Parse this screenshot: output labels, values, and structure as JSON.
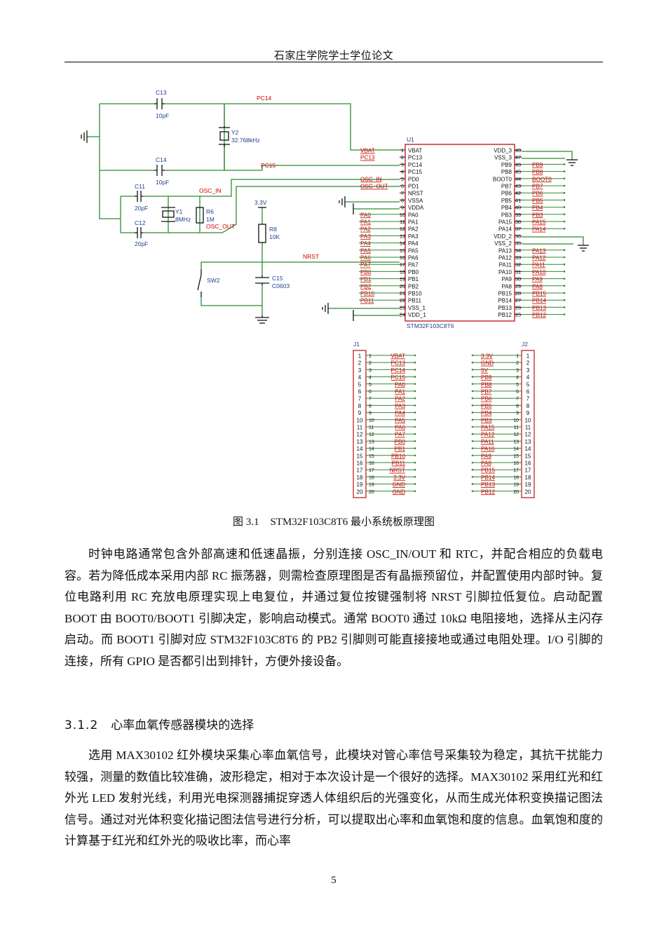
{
  "header": {
    "title": "石家庄学院学士学位论文"
  },
  "figure": {
    "labels": {
      "c13": "C13",
      "c13v": "10pF",
      "c14": "C14",
      "c14v": "10pF",
      "pc14": "PC14",
      "pc15": "PC15",
      "y2": "Y2",
      "y2v": "32.768kHz",
      "c11": "C11",
      "c11v": "20pF",
      "c12": "C12",
      "c12v": "20pF",
      "y1": "Y1",
      "y1v": "8MHz",
      "r6": "R6",
      "r6v": "1M",
      "osc_in": "OSC_IN",
      "osc_out": "OSC_OUT",
      "v33": "3.3V",
      "r8": "R8",
      "r8v": "10K",
      "nrst": "NRST",
      "sw2": "SW2",
      "c15": "C15",
      "c15v": "C0603",
      "u1": "U1",
      "u1part": "STM32F103C8T6",
      "j1": "J1",
      "j2": "J2"
    },
    "u1_left": [
      {
        "n": "1",
        "pin": "VBAT",
        "net": "VBAT"
      },
      {
        "n": "2",
        "pin": "PC13",
        "net": "PC13"
      },
      {
        "n": "3",
        "pin": "PC14",
        "net": ""
      },
      {
        "n": "4",
        "pin": "PC15",
        "net": ""
      },
      {
        "n": "5",
        "pin": "PD0",
        "net": "OSC_IN"
      },
      {
        "n": "6",
        "pin": "PD1",
        "net": "OSC_OUT"
      },
      {
        "n": "7",
        "pin": "NRST",
        "net": ""
      },
      {
        "n": "8",
        "pin": "VSSA",
        "net": ""
      },
      {
        "n": "9",
        "pin": "VDDA",
        "net": ""
      },
      {
        "n": "10",
        "pin": "PA0",
        "net": "PA0"
      },
      {
        "n": "11",
        "pin": "PA1",
        "net": "PA1"
      },
      {
        "n": "12",
        "pin": "PA2",
        "net": "PA2"
      },
      {
        "n": "13",
        "pin": "PA3",
        "net": "PA3"
      },
      {
        "n": "14",
        "pin": "PA4",
        "net": "PA4"
      },
      {
        "n": "15",
        "pin": "PA5",
        "net": "PA5"
      },
      {
        "n": "16",
        "pin": "PA6",
        "net": "PA6"
      },
      {
        "n": "17",
        "pin": "PA7",
        "net": "PA7"
      },
      {
        "n": "18",
        "pin": "PB0",
        "net": "PB0"
      },
      {
        "n": "19",
        "pin": "PB1",
        "net": "PB1"
      },
      {
        "n": "20",
        "pin": "PB2",
        "net": "PB2"
      },
      {
        "n": "21",
        "pin": "PB10",
        "net": "PB10"
      },
      {
        "n": "22",
        "pin": "PB11",
        "net": "PB11"
      },
      {
        "n": "23",
        "pin": "VSS_1",
        "net": ""
      },
      {
        "n": "24",
        "pin": "VDD_1",
        "net": ""
      }
    ],
    "u1_right": [
      {
        "n": "48",
        "pin": "VDD_3",
        "net": ""
      },
      {
        "n": "47",
        "pin": "VSS_3",
        "net": ""
      },
      {
        "n": "46",
        "pin": "PB9",
        "net": "PB9"
      },
      {
        "n": "45",
        "pin": "PB8",
        "net": "PB8"
      },
      {
        "n": "44",
        "pin": "BOOT0",
        "net": "BOOT0"
      },
      {
        "n": "43",
        "pin": "PB7",
        "net": "PB7"
      },
      {
        "n": "42",
        "pin": "PB6",
        "net": "PB6"
      },
      {
        "n": "41",
        "pin": "PB5",
        "net": "PB5"
      },
      {
        "n": "40",
        "pin": "PB4",
        "net": "PB4"
      },
      {
        "n": "39",
        "pin": "PB3",
        "net": "PB3"
      },
      {
        "n": "38",
        "pin": "PA15",
        "net": "PA15"
      },
      {
        "n": "37",
        "pin": "PA14",
        "net": "PA14"
      },
      {
        "n": "36",
        "pin": "VDD_2",
        "net": ""
      },
      {
        "n": "35",
        "pin": "VSS_2",
        "net": ""
      },
      {
        "n": "34",
        "pin": "PA13",
        "net": "PA13"
      },
      {
        "n": "33",
        "pin": "PA12",
        "net": "PA12"
      },
      {
        "n": "32",
        "pin": "PA11",
        "net": "PA11"
      },
      {
        "n": "31",
        "pin": "PA10",
        "net": "PA10"
      },
      {
        "n": "30",
        "pin": "PA9",
        "net": "PA9"
      },
      {
        "n": "29",
        "pin": "PA8",
        "net": "PA8"
      },
      {
        "n": "28",
        "pin": "PB15",
        "net": "PB15"
      },
      {
        "n": "27",
        "pin": "PB14",
        "net": "PB14"
      },
      {
        "n": "26",
        "pin": "PB13",
        "net": "PB13"
      },
      {
        "n": "25",
        "pin": "PB12",
        "net": "PB12"
      }
    ],
    "j1_nets": [
      "VBAT",
      "PC13",
      "PC14",
      "PC15",
      "PA0",
      "PA1",
      "PA2",
      "PA3",
      "PA4",
      "PA5",
      "PA6",
      "PA7",
      "PB0",
      "PB1",
      "PB10",
      "PB11",
      "NRST",
      "3.3V",
      "GND",
      "GND"
    ],
    "j2_nets": [
      "3.3V",
      "GND",
      "5V",
      "PB9",
      "PB8",
      "PB7",
      "PB6",
      "PB5",
      "PB4",
      "PB3",
      "PA15",
      "PA12",
      "PA11",
      "PA10",
      "PA9",
      "PA8",
      "PB15",
      "PB14",
      "PB13",
      "PB12"
    ],
    "caption_num": "图 3.1",
    "caption_text": "STM32F103C8T6 最小系统板原理图"
  },
  "body": {
    "p1": "时钟电路通常包含外部高速和低速晶振，分别连接 OSC_IN/OUT 和 RTC，并配合相应的负载电容。若为降低成本采用内部 RC 振荡器，则需检查原理图是否有晶振预留位，并配置使用内部时钟。复位电路利用 RC 充放电原理实现上电复位，并通过复位按键强制将 NRST 引脚拉低复位。启动配置 BOOT 由 BOOT0/BOOT1 引脚决定，影响启动模式。通常 BOOT0 通过 10kΩ 电阻接地，选择从主闪存启动。而 BOOT1 引脚对应 STM32F103C8T6 的 PB2 引脚则可能直接接地或通过电阻处理。I/O 引脚的连接，所有 GPIO 是否都引出到排针，方便外接设备。",
    "sec_num": "3.1.2",
    "sec_title": "心率血氧传感器模块的选择",
    "p2": "选用 MAX30102 红外模块采集心率血氧信号，此模块对管心率信号采集较为稳定，其抗干扰能力较强，测量的数值比较准确，波形稳定，相对于本次设计是一个很好的选择。MAX30102 采用红光和红外光 LED 发射光线，利用光电探测器捕捉穿透人体组织后的光强变化，从而生成光体积变换描记图法信号。通过对光体积变化描记图法信号进行分析，可以提取出心率和血氧饱和度的信息。血氧饱和度的计算基于红光和红外光的吸收比率，而心率"
  },
  "page_number": "5",
  "colors": {
    "wire": "#2e8b2e",
    "net_label": "#cc0000",
    "part": "#111111",
    "label_blue": "#1f3f8f"
  }
}
